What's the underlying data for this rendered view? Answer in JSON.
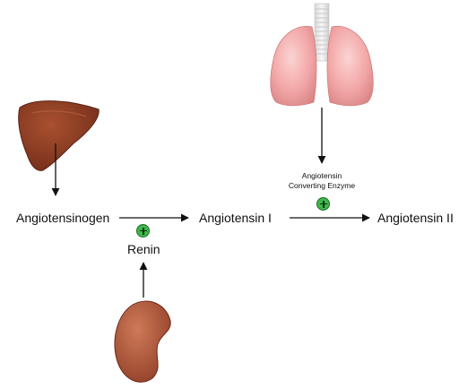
{
  "labels": {
    "angiotensinogen": "Angiotensinogen",
    "angiotensin_1": "Angiotensin I",
    "angiotensin_2": "Angiotensin II",
    "renin": "Renin",
    "ace_line1": "Angiotensin",
    "ace_line2": "Converting Enzyme"
  },
  "icons": {
    "liver": "liver-icon",
    "lungs": "lungs-icon",
    "kidney": "kidney-icon",
    "plus": "plus-circle-icon"
  },
  "colors": {
    "liver": "#8b3a22",
    "lung": "#f3a9a9",
    "kidney": "#b0563b",
    "plus_badge": "#3db84a",
    "arrow": "#111111"
  }
}
